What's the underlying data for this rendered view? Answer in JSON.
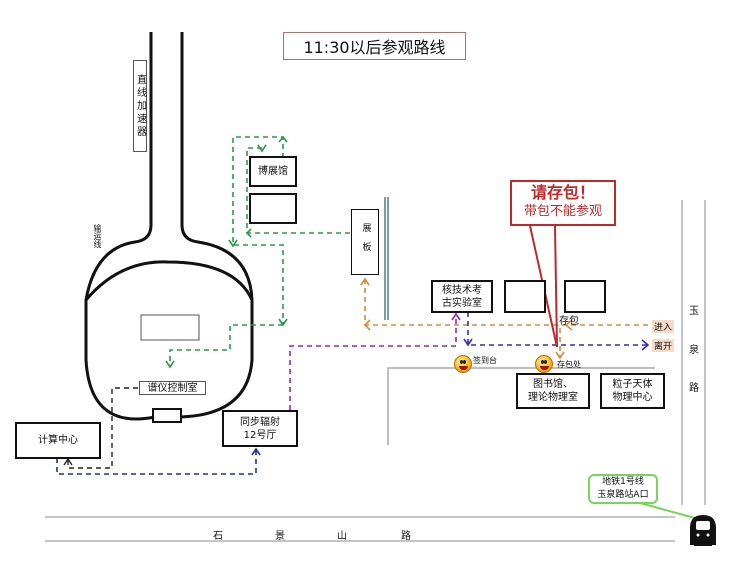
{
  "title": "11:30以后参观路线",
  "warning": {
    "line1": "请存包！",
    "line2": "带包不能参观",
    "color": "#c0282a"
  },
  "buildings": {
    "linac": "直线加速器",
    "transport_line": "输运线",
    "museum": "博展馆",
    "exhibit_board": "展板",
    "spectrometer_control": "谱仪控制室",
    "computing_center": "计算中心",
    "sync_radiation": [
      "同步辐射",
      "12号厅"
    ],
    "nuclear_archaeology": [
      "核技术考",
      "古实验室"
    ],
    "library": [
      "图书馆、",
      "理论物理室"
    ],
    "particle_astro": [
      "粒子天体",
      "物理中心"
    ]
  },
  "points": {
    "bag_storage": "存包",
    "bag_storage_place": "存包处",
    "checkin": "签到台",
    "enter": "进入",
    "exit": "离开"
  },
  "roads": {
    "yuquan": [
      "玉",
      "泉",
      "路"
    ],
    "shijingshan": [
      "石",
      "景",
      "山",
      "路"
    ]
  },
  "subway": {
    "line1": "地铁1号线",
    "line2": "玉泉路站A口"
  },
  "colors": {
    "green_route": "#2a9a4a",
    "orange_route": "#d98a3a",
    "purple_route": "#a020c0",
    "blue_route": "#2030a0",
    "black_route": "#222222",
    "callout_green": "#7ad35a"
  }
}
